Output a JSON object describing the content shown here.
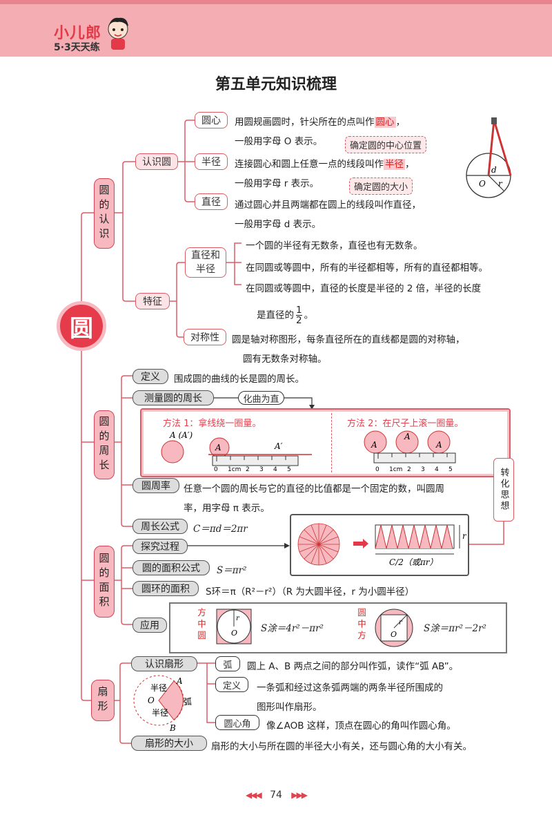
{
  "header": {
    "brand": "小儿郎",
    "series": "5·3天天练"
  },
  "page_title": "第五单元知识梳理",
  "center_node": "圆",
  "branches": {
    "recognize": {
      "label": "圆的认识",
      "know_circle": "认识圆",
      "center": {
        "tag": "圆心",
        "line1_pre": "用圆规画圆时，针尖所在的点叫作",
        "line1_em": "圆心",
        "line1_post": "，",
        "line2": "一般用字母 O 表示。",
        "callout": "确定圆的中心位置"
      },
      "radius": {
        "tag": "半径",
        "line1_pre": "连接圆心和圆上任意一点的线段叫作",
        "line1_em": "半径",
        "line1_post": "，",
        "line2": "一般用字母 r 表示。",
        "callout": "确定圆的大小"
      },
      "diameter": {
        "tag": "直径",
        "line1": "通过圆心并且两端都在圆上的线段叫作直径，",
        "line2": "一般用字母 d 表示。"
      },
      "features": {
        "label": "特征",
        "dr_tag": "直径和半径",
        "dr_lines": [
          "一个圆的半径有无数条，直径也有无数条。",
          "在同圆或等圆中，所有的半径都相等，所有的直径都相等。",
          "在同圆或等圆中，直径的长度是半径的 2 倍，半径的长度",
          "是直径的"
        ],
        "half_num": "1",
        "half_den": "2",
        "half_post": "。",
        "sym_tag": "对称性",
        "sym_lines": [
          "圆是轴对称图形，每条直径所在的直线都是圆的对称轴，",
          "圆有无数条对称轴。"
        ]
      }
    },
    "perimeter": {
      "label": "圆的周长",
      "def_tag": "定义",
      "def_text": "围成圆的曲线的长是圆的周长。",
      "measure_tag": "测量圆的周长",
      "measure_note": "化曲为直",
      "method1": "方法 1：拿线绕一圈量。",
      "method2": "方法 2：在尺子上滚一圈量。",
      "pi_tag": "圆周率",
      "pi_lines": [
        "任意一个圆的周长与它的直径的比值都是一个固定的数，叫圆周",
        "率，用字母 π 表示。"
      ],
      "formula_tag": "周长公式",
      "formula": "C＝πd＝2πr",
      "transform": "转化思想"
    },
    "area": {
      "label": "圆的面积",
      "explore_tag": "探究过程",
      "area_tag": "圆的面积公式",
      "area_formula": "S＝πr²",
      "ring_tag": "圆环的面积",
      "ring_formula": "S环＝π（R²－r²）（R 为大圆半径，r 为小圆半径）",
      "apply_tag": "应用",
      "apply_left_label": "方中圆",
      "apply_left_formula": "S涂＝4r²－πr²",
      "apply_right_label": "圆中方",
      "apply_right_formula": "S涂＝πr²－2r²",
      "rect_bottom": "C/2（或πr）",
      "rect_side": "r"
    },
    "sector": {
      "label": "扇形",
      "know_tag": "认识扇形",
      "arc_tag": "弧",
      "arc_text": "圆上 A、B 两点之间的部分叫作弧，读作“弧 AB”。",
      "def_tag": "定义",
      "def_lines": [
        "一条弧和经过这条弧两端的两条半径所围成的",
        "图形叫作扇形。"
      ],
      "angle_tag": "圆心角",
      "angle_text": "像∠AOB 这样，顶点在圆心的角叫作圆心角。",
      "size_tag": "扇形的大小",
      "size_text": "扇形的大小与所在圆的半径大小有关，还与圆心角的大小有关。"
    }
  },
  "page_number": "74",
  "colors": {
    "accent": "#e23a48",
    "pink": "#f7b9bf",
    "header": "#f3adb3"
  }
}
